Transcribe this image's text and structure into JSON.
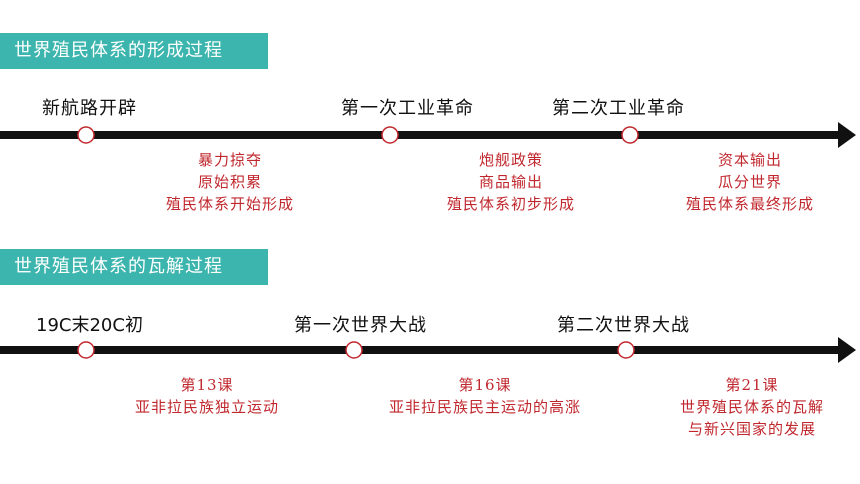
{
  "section1": {
    "title": "世界殖民体系的形成过程",
    "events": [
      {
        "label": "新航路开辟",
        "details": [
          "暴力掠夺",
          "原始积累",
          "殖民体系开始形成"
        ]
      },
      {
        "label": "第一次工业革命",
        "details": [
          "炮舰政策",
          "商品输出",
          "殖民体系初步形成"
        ]
      },
      {
        "label": "第二次工业革命",
        "details": [
          "资本输出",
          "瓜分世界",
          "殖民体系最终形成"
        ]
      }
    ]
  },
  "section2": {
    "title": "世界殖民体系的瓦解过程",
    "events": [
      {
        "label": "19C末20C初",
        "details": [
          "第13课",
          "亚非拉民族独立运动"
        ]
      },
      {
        "label": "第一次世界大战",
        "details": [
          "第16课",
          "亚非拉民族民主运动的高涨"
        ]
      },
      {
        "label": "第二次世界大战",
        "details": [
          "第21课",
          "世界殖民体系的瓦解",
          "与新兴国家的发展"
        ]
      }
    ]
  },
  "colors": {
    "banner": "#3bb5ad",
    "timeline": "#111111",
    "node_fill": "#ffffff",
    "node_stroke": "#c0282e",
    "detail_text": "#c0282e"
  }
}
